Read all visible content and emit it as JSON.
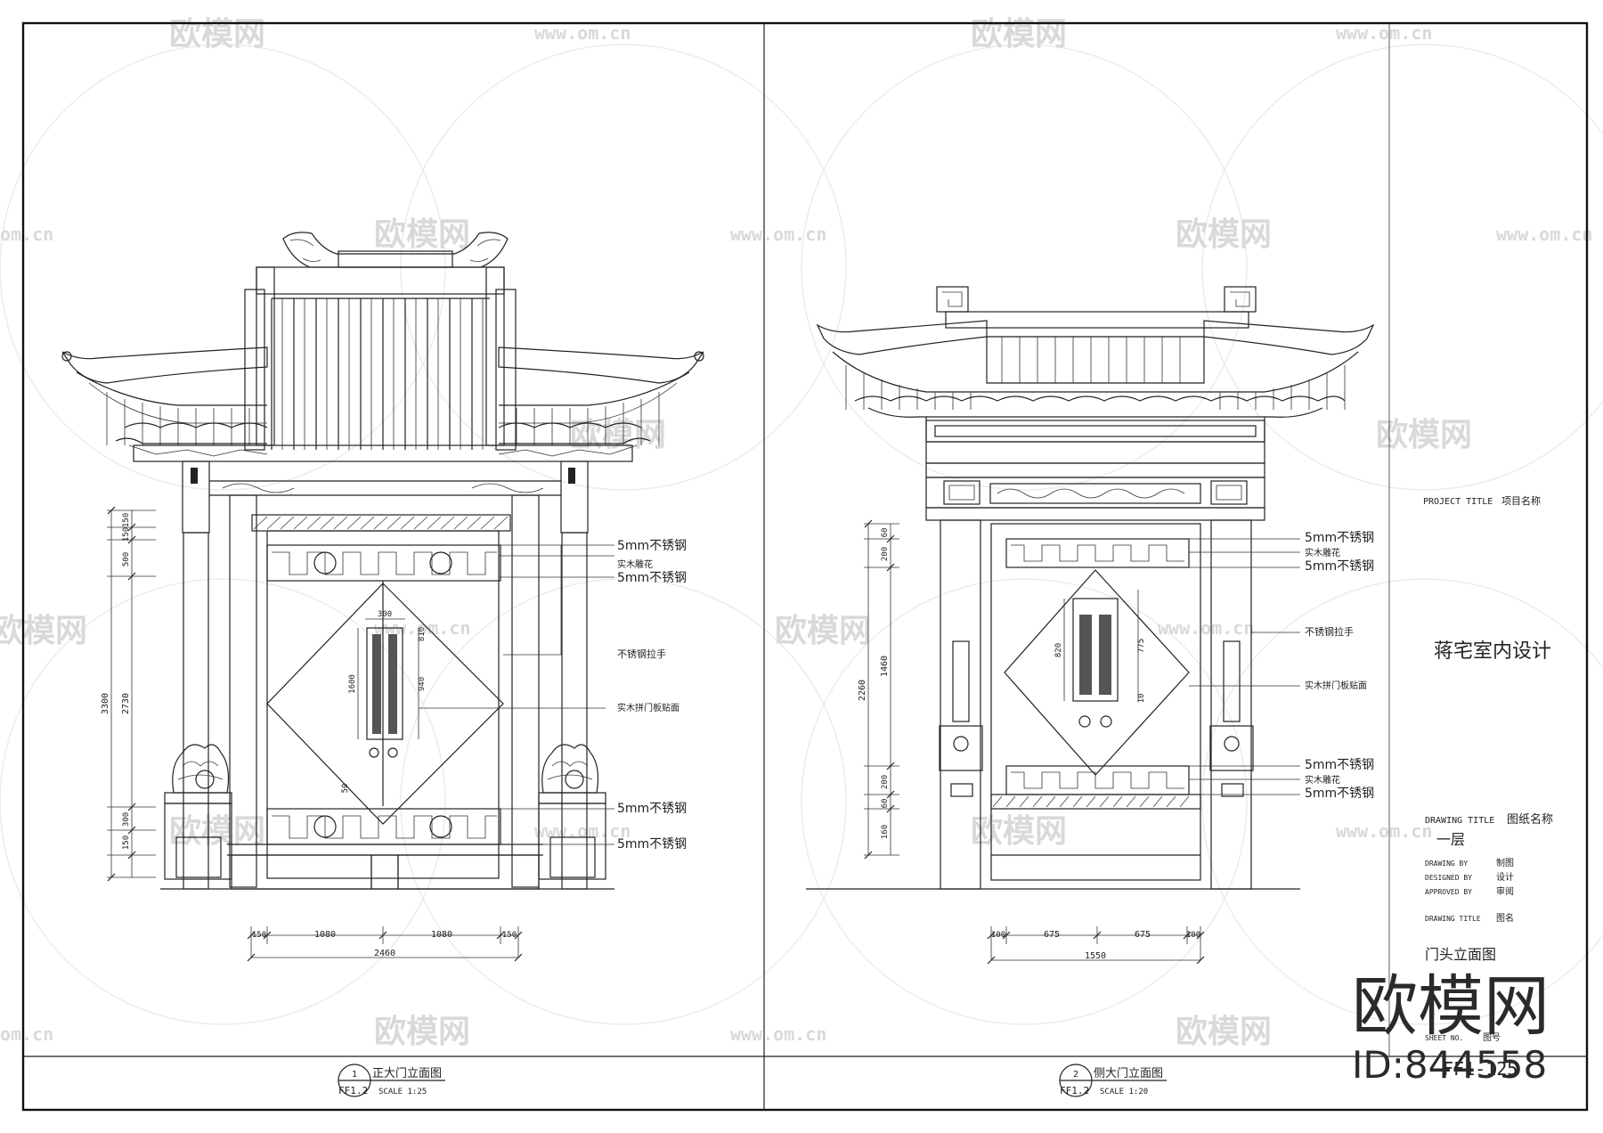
{
  "watermark": {
    "brand": "欧模网",
    "url": "www.om.cn",
    "url_short": "om.cn",
    "big_brand": "欧模网",
    "big_id": "ID:844558"
  },
  "left_elevation": {
    "dims_vertical": [
      "3300",
      "2730",
      "150",
      "150",
      "500",
      "300",
      "150"
    ],
    "dims_inner": [
      "300",
      "1600",
      "940",
      "810",
      "50"
    ],
    "dims_horizontal": [
      "150",
      "1080",
      "1080",
      "150"
    ],
    "dim_total": "2460",
    "notes": [
      "5mm不锈钢",
      "实木雕花",
      "5mm不锈钢",
      "不锈钢拉手",
      "实木拼门板贴面",
      "5mm不锈钢",
      "5mm不锈钢"
    ],
    "title_number": "1",
    "title_text": "正大门立面图",
    "title_ref": "FF1.2",
    "title_scale": "SCALE 1:25"
  },
  "right_elevation": {
    "dims_vertical": [
      "2260",
      "200",
      "60",
      "1460",
      "200",
      "60",
      "160"
    ],
    "dims_inner": [
      "820",
      "775",
      "10"
    ],
    "dims_horizontal": [
      "100",
      "675",
      "675",
      "100"
    ],
    "dim_total": "1550",
    "notes": [
      "5mm不锈钢",
      "实木雕花",
      "5mm不锈钢",
      "不锈钢拉手",
      "实木拼门板贴面",
      "5mm不锈钢",
      "实木雕花",
      "5mm不锈钢"
    ],
    "title_number": "2",
    "title_text": "侧大门立面图",
    "title_ref": "FF1.2",
    "title_scale": "SCALE 1:20"
  },
  "title_block": {
    "project_title_label": "PROJECT TITLE",
    "project_title_value": "项目名称",
    "project_name": "蒋宅室内设计",
    "drawing_title_label": "DRAWING TITLE",
    "drawing_title_value": "图纸名称",
    "floor": "一层",
    "drawn_by_label": "DRAWING BY",
    "drawn_by_value": "制图",
    "designed_by_label": "DESIGNED BY",
    "designed_by_value": "设计",
    "approved_by_label": "APPROVED BY",
    "approved_by_value": "审阅",
    "drawing_code_label": "DRAWING TITLE",
    "drawing_code_value": "图名",
    "drawing_name": "门头立面图",
    "sheet_no_label": "SHEET NO.",
    "sheet_no_value": "图号",
    "sheet_code": "FF1-125"
  }
}
